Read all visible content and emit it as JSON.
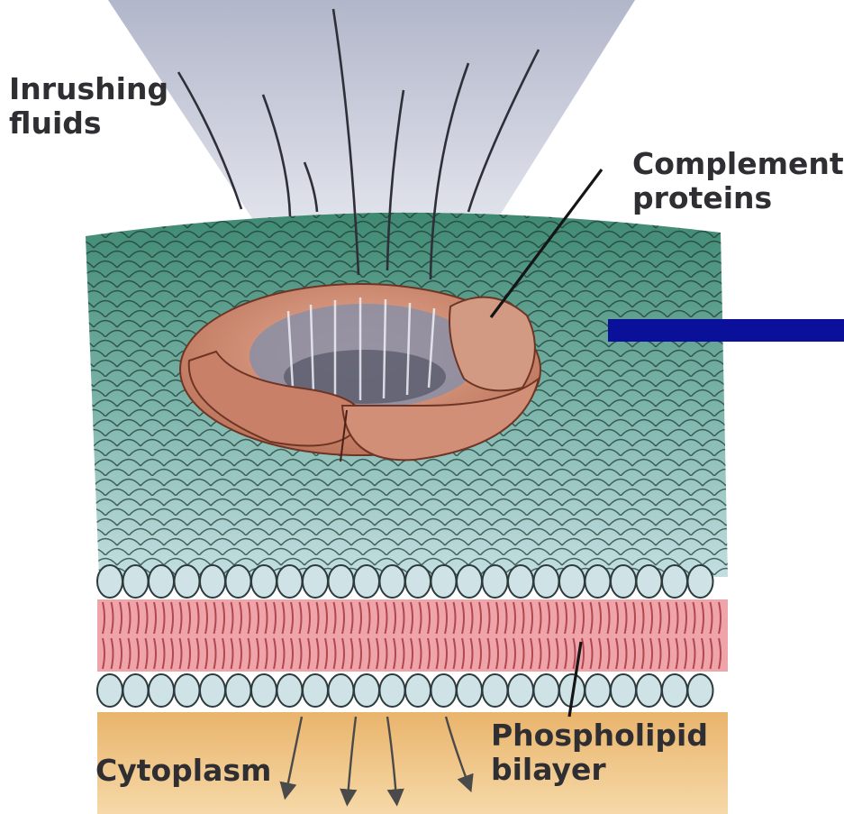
{
  "labels": {
    "inrushing": [
      "Inrushing",
      "fluids"
    ],
    "complement": [
      "Complement",
      "proteins"
    ],
    "phospholipid": [
      "Phospholipid",
      "bilayer"
    ],
    "cytoplasm": "Cytoplasm"
  },
  "colors": {
    "membrane_top": "#3f8a74",
    "membrane_bottom": "#b9dbdf",
    "head_fill": "#cfe3e6",
    "head_stroke": "#2c3b3d",
    "tail_band": "#eea4a8",
    "tail_line": "#b2474f",
    "cytoplasm": "#efc07b",
    "protein": "#cf8e75",
    "protein_dark": "#8f4a36",
    "fluid_cone": "#b8bccd",
    "pointer_bar": "#0a109a"
  }
}
